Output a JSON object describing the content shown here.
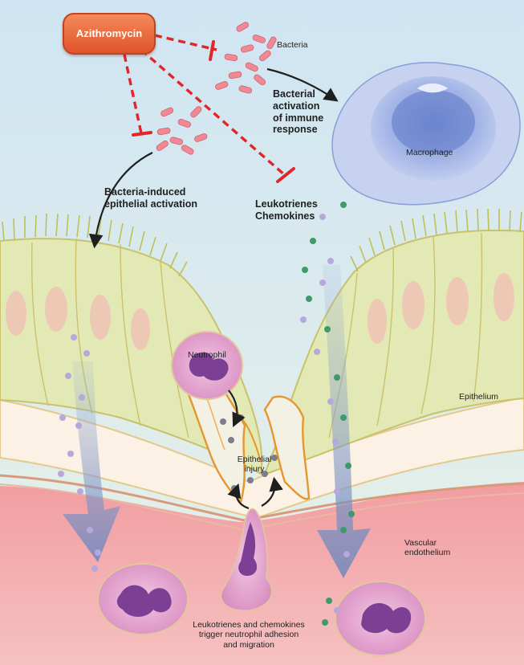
{
  "drug": {
    "name": "Azithromycin"
  },
  "labels": {
    "bacteria": "Bacteria",
    "bacterial_activation": [
      "Bacterial",
      "activation",
      "of immune",
      "response"
    ],
    "macrophage": "Macrophage",
    "bacteria_induced": [
      "Bacteria-induced",
      "epithelial activation"
    ],
    "mediators": [
      "Leukotrienes",
      "Chemokines"
    ],
    "neutrophil": "Neutrophil",
    "epithelial_injury": [
      "Epithelial",
      "injury"
    ],
    "epithelium": "Epithelium",
    "vascular_endothelium": [
      "Vascular",
      "endothelium"
    ],
    "trigger_caption": [
      "Leukotrienes and chemokines",
      "trigger neutrophil adhesion",
      "and migration"
    ]
  },
  "colors": {
    "inhibition": "#e0262a",
    "bacteria": "#ef8a95",
    "macrophage": "#9aaee2",
    "neutrophil": "#e6a3cf",
    "epithelium": "#e3e9b4",
    "blood": "#ef8d91",
    "sky": "#cfe5f3"
  },
  "icons": {
    "inhibitor": "t-bar-inhibition-icon",
    "bacterium": "rod-bacterium-icon",
    "chemokine": "small-sphere-icon"
  }
}
